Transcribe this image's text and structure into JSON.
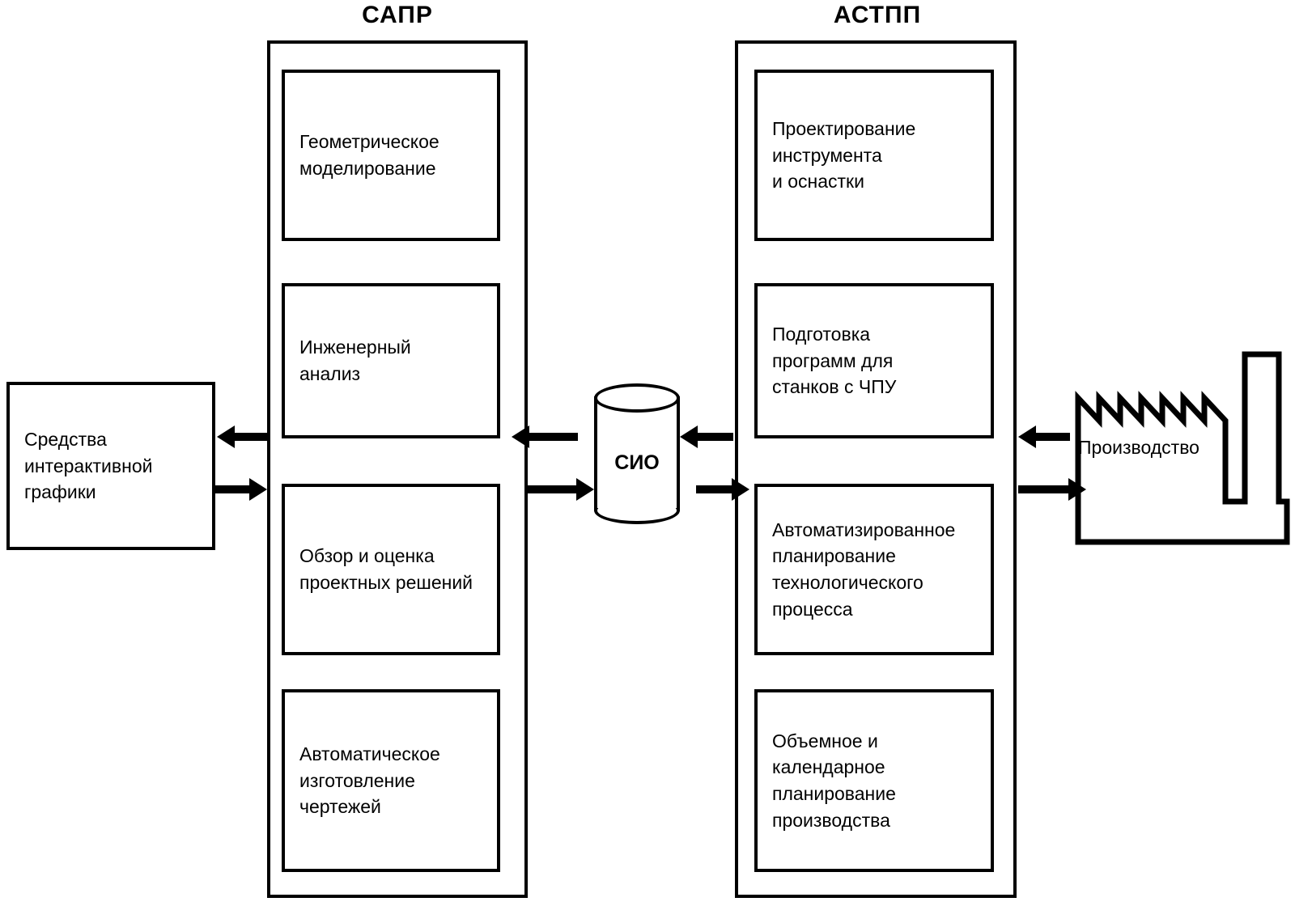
{
  "diagram": {
    "title_sapr": "САПР",
    "title_astpp": "АСТПП",
    "sapr_nodes": [
      {
        "id": "geometric-modeling",
        "label": "Геометрическое\nмоделирование"
      },
      {
        "id": "engineering-analysis",
        "label": "Инженерный\nанализ"
      },
      {
        "id": "design-review",
        "label": "Обзор и оценка\nпроектных решений"
      },
      {
        "id": "automatic-drafting",
        "label": "Автоматическое\nизготовление\nчертежей"
      }
    ],
    "astpp_nodes": [
      {
        "id": "tooling-design",
        "label": "Проектирование\nинструмента\nи оснастки"
      },
      {
        "id": "nc-programming",
        "label": "Подготовка\nпрограмм для\nстанков с ЧПУ"
      },
      {
        "id": "process-planning",
        "label": "Автоматизированное\nпланирование\nтехнологического\nпроцесса"
      },
      {
        "id": "production-scheduling",
        "label": "Объемное и\nкалендарное\nпланирование\nпроизводства"
      }
    ],
    "graphics_node": {
      "id": "interactive-graphics",
      "label": "Средства\nинтерактивной\nграфики"
    },
    "database_node": {
      "id": "sio-database",
      "label": "СИО"
    },
    "production_node": {
      "id": "production-factory",
      "label": "Производство"
    },
    "colors": {
      "line": "#000000",
      "background": "#ffffff"
    }
  }
}
